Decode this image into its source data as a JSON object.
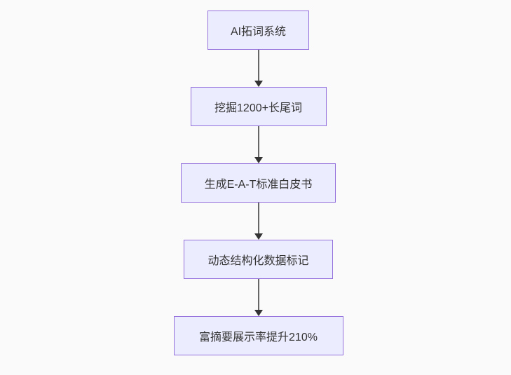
{
  "page": {
    "background_color": "#fafafa"
  },
  "chart_data": {
    "type": "flowchart",
    "direction": "top-down",
    "node_fill_color": "#ECECFF",
    "node_border_color": "#9370DB",
    "edge_line_color": "#666666",
    "arrowhead_color": "#333333",
    "text_color": "#333333",
    "nodes": [
      {
        "id": "n1",
        "label": "AI拓词系统"
      },
      {
        "id": "n2",
        "label": "挖掘1200+长尾词"
      },
      {
        "id": "n3",
        "label": "生成E-A-T标准白皮书"
      },
      {
        "id": "n4",
        "label": "动态结构化数据标记"
      },
      {
        "id": "n5",
        "label": "富摘要展示率提升210%"
      }
    ],
    "edges": [
      {
        "from": "n1",
        "to": "n2"
      },
      {
        "from": "n2",
        "to": "n3"
      },
      {
        "from": "n3",
        "to": "n4"
      },
      {
        "from": "n4",
        "to": "n5"
      }
    ]
  }
}
